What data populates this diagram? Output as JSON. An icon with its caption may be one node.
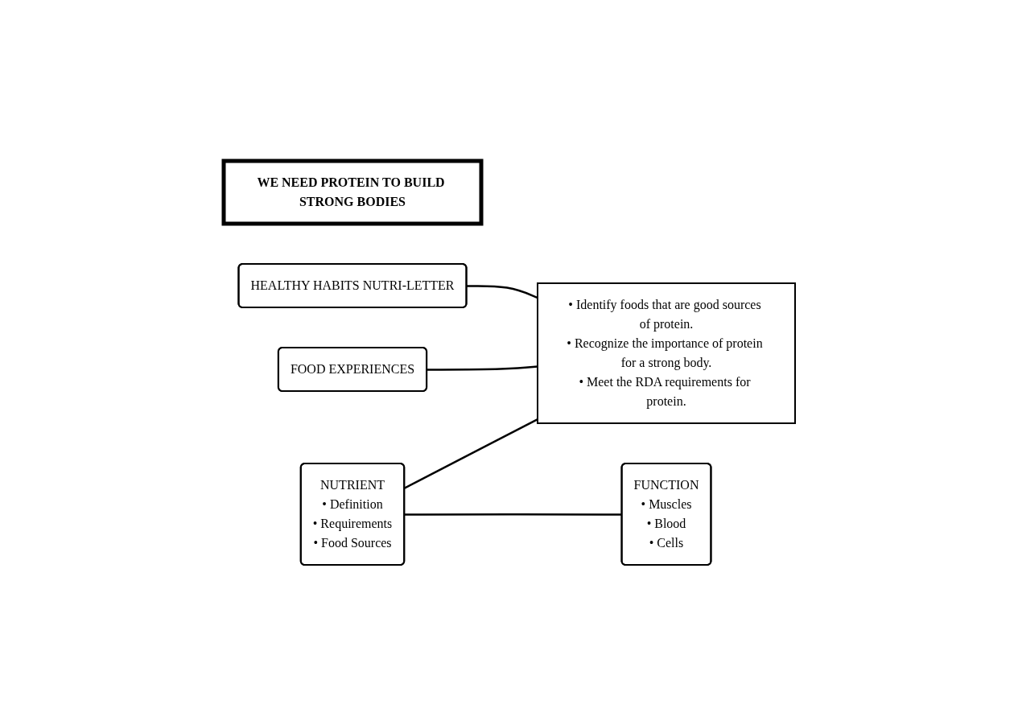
{
  "diagram": {
    "nodes": [
      {
        "text": [
          "WE NEED PROTEIN TO BUILD STRONG BODIES"
        ]
      },
      {
        "text": [
          "• Identify foods that are good sources of protein.",
          "• Recognize the importance of protein for a strong body.",
          "• Meet the RDA requirements for protein."
        ]
      },
      {
        "text": [
          "NUTRIENT",
          "• Definition",
          "• Requirements",
          "• Food Sources"
        ]
      },
      {
        "text": [
          "FOOD EXPERIENCES"
        ]
      },
      {
        "text": [
          "FUNCTION",
          "• Muscles",
          "• Blood",
          "• Cells"
        ]
      },
      {
        "text": [
          "HEALTHY HABITS NUTRI-LETTER"
        ]
      }
    ],
    "edges": [
      {
        "from": 2,
        "to": 1,
        "arrow": "none"
      },
      {
        "from": 3,
        "to": 1,
        "arrow": "none"
      },
      {
        "from": 5,
        "to": 1,
        "arrow": "none"
      },
      {
        "from": 2,
        "to": 4,
        "arrow": "none"
      }
    ]
  }
}
